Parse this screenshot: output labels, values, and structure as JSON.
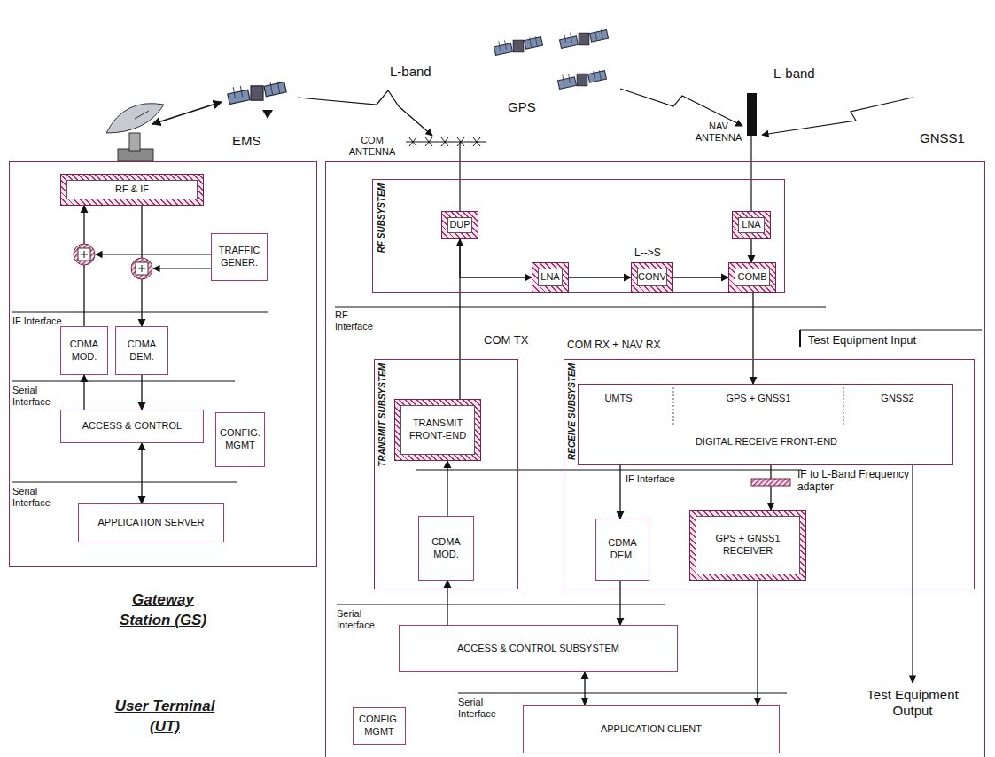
{
  "diagram": {
    "nodes": [
      {
        "text": [
          "Gateway Station (GS)"
        ]
      },
      {
        "text": [
          "RF & IF"
        ],
        "in": 0
      },
      {
        "text": [
          "TRAFFIC GENER."
        ],
        "in": 0
      },
      {
        "text": [
          "CDMA MOD."
        ],
        "in": 0
      },
      {
        "text": [
          "CDMA DEM."
        ],
        "in": 0
      },
      {
        "text": [
          "ACCESS & CONTROL"
        ],
        "in": 0
      },
      {
        "text": [
          "CONFIG. MGMT"
        ],
        "in": 0
      },
      {
        "text": [
          "APPLICATION SERVER"
        ],
        "in": 0
      },
      {
        "text": [
          "User Terminal (UT)"
        ]
      },
      {
        "text": [
          "RF SUBSYSTEM"
        ],
        "in": 8
      },
      {
        "text": [
          "DUP"
        ],
        "in": 9
      },
      {
        "text": [
          "LNA"
        ],
        "in": 9
      },
      {
        "text": [
          "LNA"
        ],
        "in": 9
      },
      {
        "text": [
          "CONV"
        ],
        "in": 9
      },
      {
        "text": [
          "COMB"
        ],
        "in": 9
      },
      {
        "text": [
          "TRANSMIT SUBSYSTEM"
        ],
        "in": 8
      },
      {
        "text": [
          "TRANSMIT FRONT-END"
        ],
        "in": 15
      },
      {
        "text": [
          "CDMA MOD."
        ],
        "in": 15
      },
      {
        "text": [
          "RECEIVE SUBSYSTEM"
        ],
        "in": 8
      },
      {
        "text": [
          "UMTS",
          "GPS + GNSS1",
          "GNSS2",
          "DIGITAL RECEIVE FRONT-END"
        ],
        "in": 18
      },
      {
        "text": [
          "CDMA DEM."
        ],
        "in": 18
      },
      {
        "text": [
          "GPS + GNSS1 RECEIVER"
        ],
        "in": 18
      },
      {
        "text": [
          "ACCESS & CONTROL SUBSYSTEM"
        ],
        "in": 8
      },
      {
        "text": [
          "APPLICATION CLIENT"
        ],
        "in": 8
      },
      {
        "text": [
          "CONFIG. MGMT"
        ],
        "in": 8
      }
    ],
    "edges": [
      {
        "from": 3,
        "to": 1,
        "arrow": "to"
      },
      {
        "from": 1,
        "to": 4,
        "arrow": "to"
      },
      {
        "from": 4,
        "to": 5,
        "arrow": "to"
      },
      {
        "from": 5,
        "to": 3,
        "arrow": "to"
      },
      {
        "from": 5,
        "to": 7,
        "arrow": "both"
      },
      {
        "from": 10,
        "to": 12,
        "arrow": "to"
      },
      {
        "from": 12,
        "to": 13,
        "arrow": "to"
      },
      {
        "from": 13,
        "to": 14,
        "arrow": "to"
      },
      {
        "from": 11,
        "to": 14,
        "arrow": "to"
      },
      {
        "from": 16,
        "to": 10,
        "arrow": "to"
      },
      {
        "from": 17,
        "to": 16,
        "arrow": "to"
      },
      {
        "from": 14,
        "to": 19,
        "arrow": "to"
      },
      {
        "from": 19,
        "to": 20,
        "arrow": "to"
      },
      {
        "from": 19,
        "to": 21,
        "arrow": "to"
      },
      {
        "from": 20,
        "to": 22,
        "arrow": "to"
      },
      {
        "from": 22,
        "to": 17,
        "arrow": "to"
      },
      {
        "from": 22,
        "to": 23,
        "arrow": "both"
      },
      {
        "from": 21,
        "to": 23,
        "arrow": "to"
      }
    ],
    "labels": [
      "EMS",
      "L-band",
      "GPS",
      "L-band",
      "GNSS1",
      "COM ANTENNA",
      "NAV ANTENNA",
      "IF Interface",
      "Serial Interface",
      "Serial Interface",
      "L-->S",
      "RF Interface",
      "COM TX",
      "COM RX + NAV RX",
      "Test Equipment Input",
      "IF Interface",
      "IF to L-Band Frequency adapter",
      "Serial Interface",
      "Serial Interface",
      "Test Equipment Output"
    ]
  }
}
